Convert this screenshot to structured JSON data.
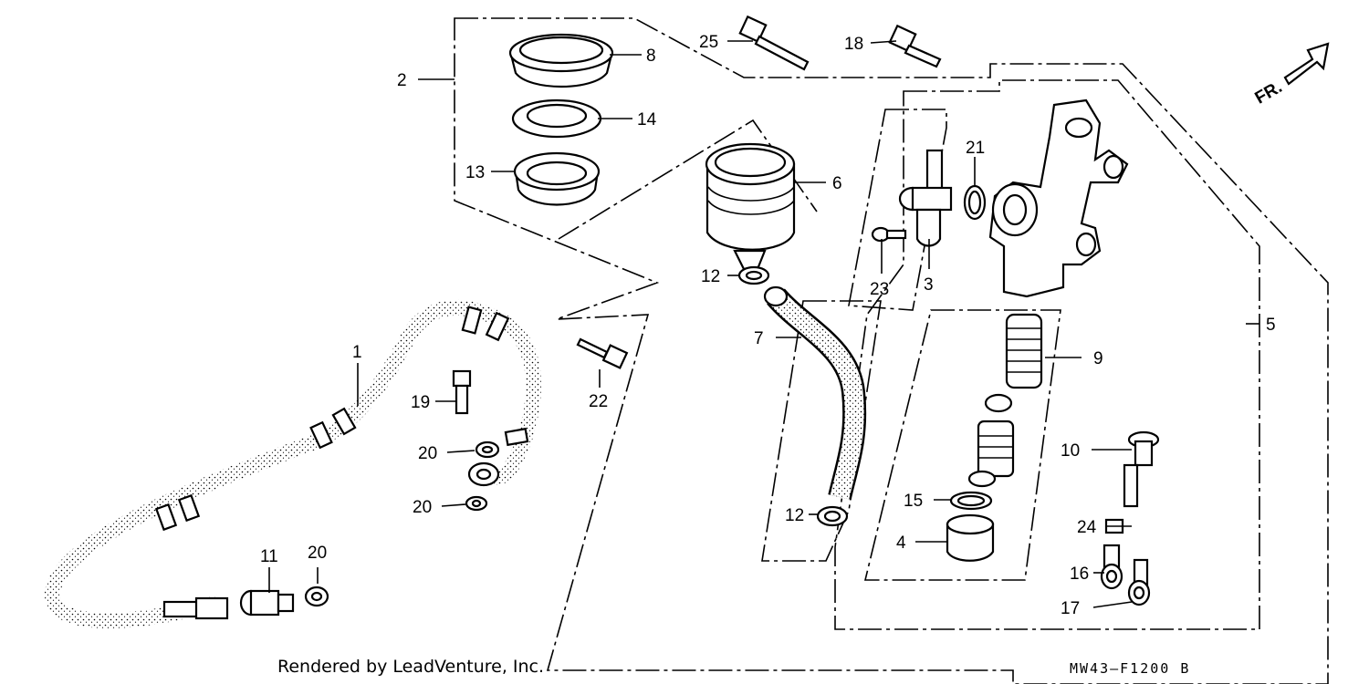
{
  "diagram": {
    "callouts": {
      "p1": "1",
      "p2": "2",
      "p3": "3",
      "p4": "4",
      "p5": "5",
      "p6": "6",
      "p7": "7",
      "p8": "8",
      "p9": "9",
      "p10": "10",
      "p11": "11",
      "p12a": "12",
      "p12b": "12",
      "p13": "13",
      "p14": "14",
      "p15": "15",
      "p16": "16",
      "p17": "17",
      "p18": "18",
      "p19": "19",
      "p20a": "20",
      "p20b": "20",
      "p20c": "20",
      "p21": "21",
      "p22": "22",
      "p23": "23",
      "p24": "24",
      "p25": "25"
    },
    "direction_label": "FR.",
    "credit": "Rendered by LeadVenture, Inc.",
    "code": "MW43–F1200 B"
  }
}
